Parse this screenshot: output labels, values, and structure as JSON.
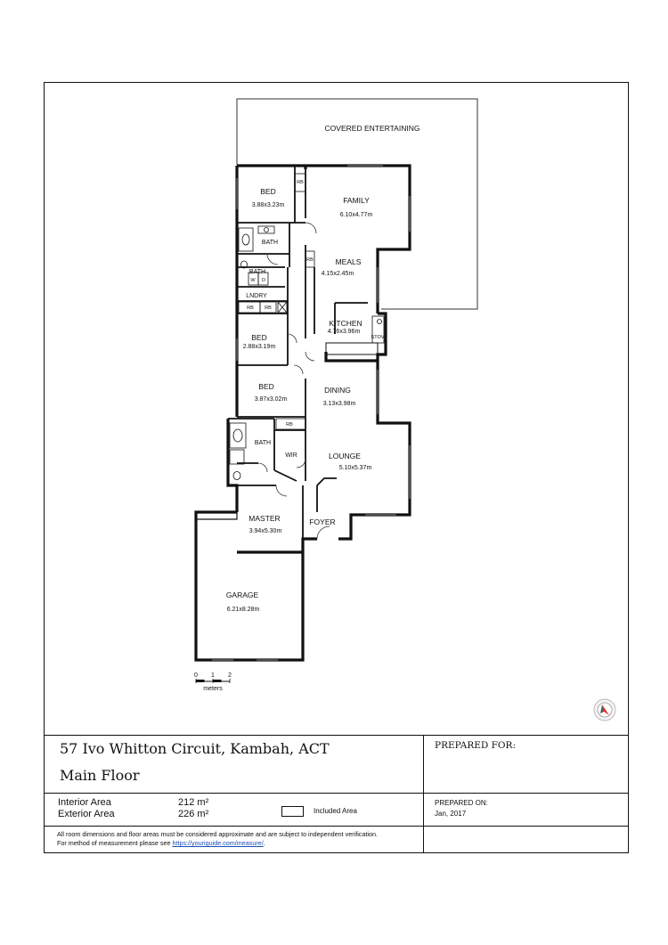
{
  "rooms": {
    "covered_entertaining": {
      "name": "COVERED ENTERTAINING"
    },
    "bed1": {
      "name": "BED",
      "size": "3.88x3.23m"
    },
    "family": {
      "name": "FAMILY",
      "size": "6.10x4.77m"
    },
    "bath1": {
      "name": "BATH"
    },
    "bath2": {
      "name": "BATH"
    },
    "meals": {
      "name": "MEALS",
      "size": "4.15x2.45m"
    },
    "laundry": {
      "name": "LNDRY"
    },
    "kitchen": {
      "name": "KITCHEN",
      "size": "4.76x3.96m"
    },
    "bed2": {
      "name": "BED",
      "size": "2.88x3.19m"
    },
    "bed3": {
      "name": "BED",
      "size": "3.87x3.02m"
    },
    "dining": {
      "name": "DINING",
      "size": "3.13x3.98m"
    },
    "bath3": {
      "name": "BATH"
    },
    "wir": {
      "name": "WIR"
    },
    "lounge": {
      "name": "LOUNGE",
      "size": "5.10x5.37m"
    },
    "foyer": {
      "name": "FOYER"
    },
    "master": {
      "name": "MASTER",
      "size": "3.94x5.30m"
    },
    "garage": {
      "name": "GARAGE",
      "size": "6.21x8.28m"
    }
  },
  "fixtures": {
    "rb": "RB",
    "w": "W",
    "d": "D",
    "stove": "STOV"
  },
  "scale": {
    "ticks": [
      "0",
      "1",
      "2"
    ],
    "unit": "meters"
  },
  "title_block": {
    "address": "57 Ivo Whitton Circuit, Kambah, ACT",
    "floor": "Main Floor",
    "prepared_for_label": "PREPARED FOR:",
    "interior_label": "Interior Area",
    "interior_value": "212 m²",
    "exterior_label": "Exterior Area",
    "exterior_value": "226 m²",
    "legend_label": "Included Area",
    "prepared_on_label": "PREPARED ON:",
    "prepared_on_value": "Jan, 2017",
    "disclaimer": "All room dimensions and floor areas must be considered approximate and are subject to independent verification.",
    "method_prefix": "For method of measurement please see ",
    "method_link": "https://youriguide.com/measure/",
    "method_suffix": "."
  }
}
